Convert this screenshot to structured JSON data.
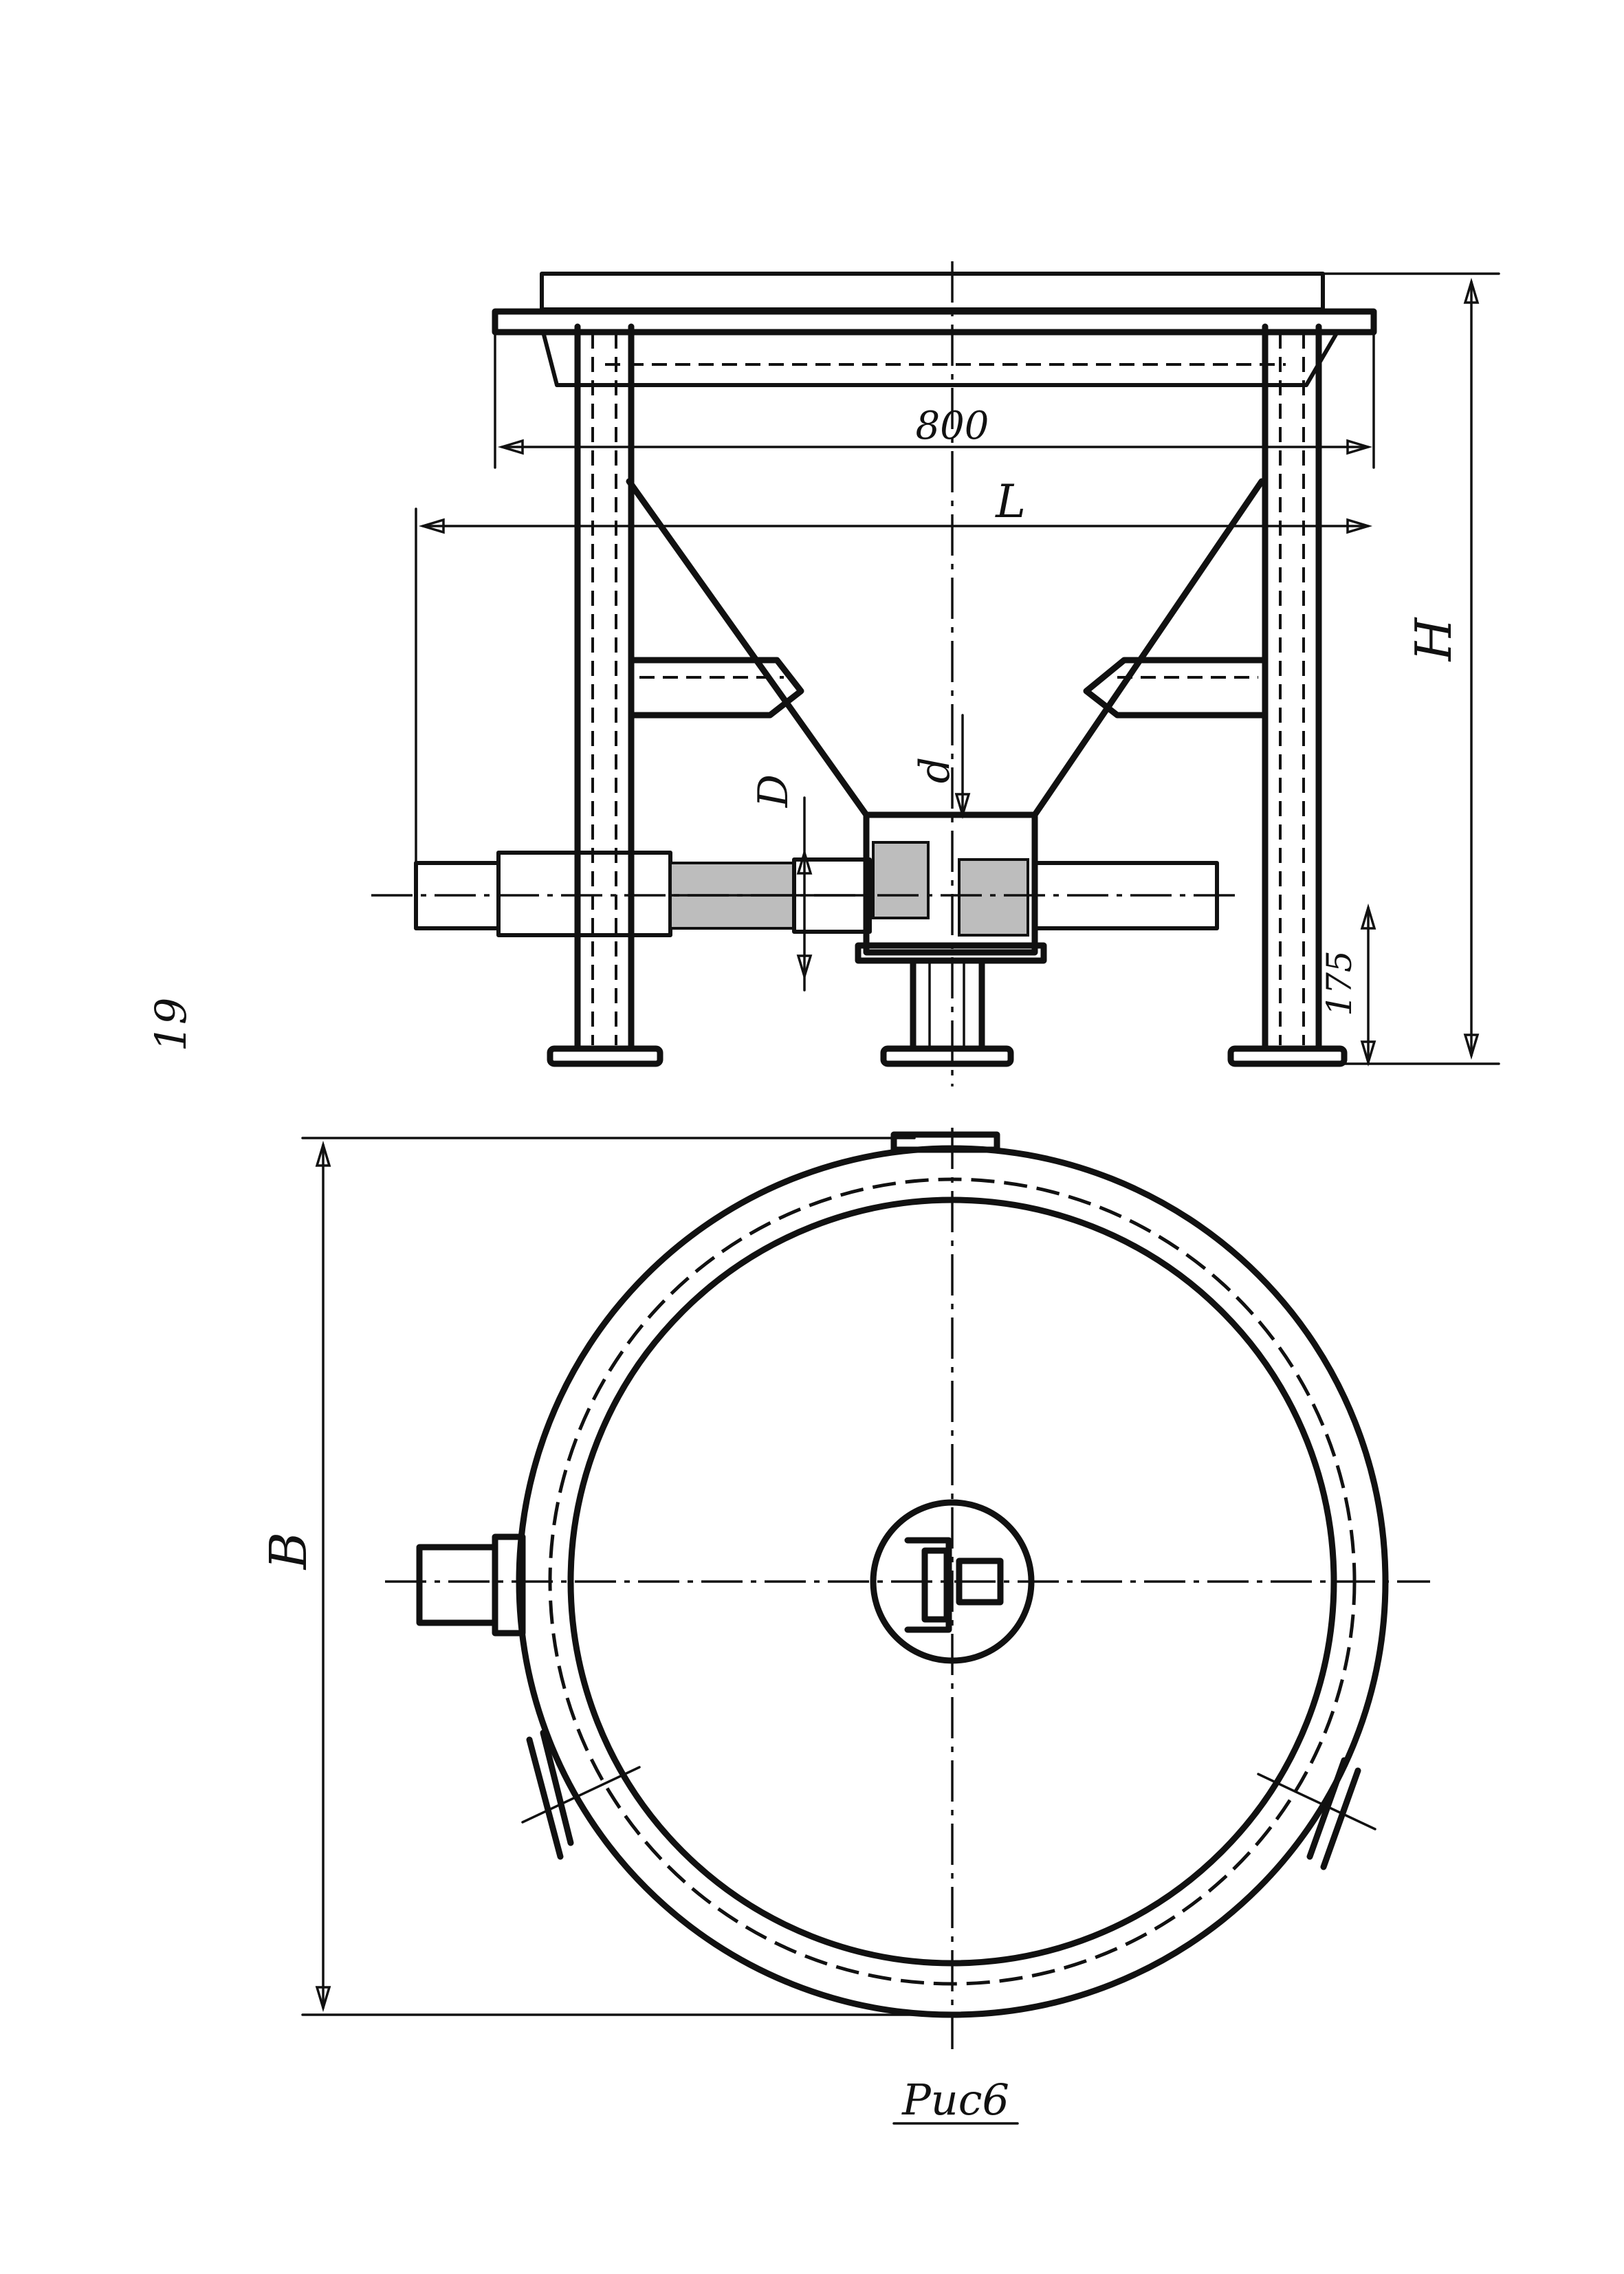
{
  "page": {
    "number": "19"
  },
  "dimensions": {
    "width_800": "800",
    "L": "L",
    "H": "H",
    "d": "d",
    "D": "D",
    "h_175": "175",
    "B": "B"
  },
  "caption": "Рис6",
  "colors": {
    "ink": "#111111",
    "paper": "#ffffff",
    "hatch": "#bdbdbd"
  }
}
